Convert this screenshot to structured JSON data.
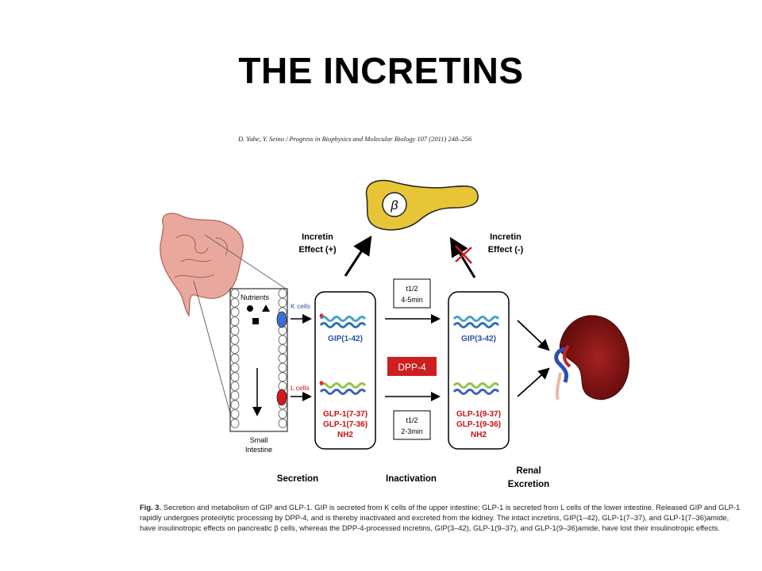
{
  "title": "THE INCRETINS",
  "citation": "D. Yabe, Y. Seino / Progress in Biophysics and Molecular Biology 107 (2011) 248–256",
  "figure": {
    "beta_symbol": "β",
    "nutrients": "Nutrients",
    "k_cells": "K cells",
    "l_cells": "L cells",
    "small_intestine_1": "Small",
    "small_intestine_2": "Intestine",
    "effect_pos_1": "Incretin",
    "effect_pos_2": "Effect (+)",
    "effect_neg_1": "Incretin",
    "effect_neg_2": "Effect (-)",
    "t_half_gip_1": "t1/2",
    "t_half_gip_2": "4-5min",
    "t_half_glp_1": "t1/2",
    "t_half_glp_2": "2-3min",
    "dpp4": "DPP-4",
    "gip_active": "GIP(1-42)",
    "glp_active_1": "GLP-1(7-37)",
    "glp_active_2": "GLP-1(7-36)",
    "glp_active_3": "NH2",
    "gip_inactive": "GIP(3-42)",
    "glp_inactive_1": "GLP-1(9-37)",
    "glp_inactive_2": "GLP-1(9-36)",
    "glp_inactive_3": "NH2",
    "label_secretion": "Secretion",
    "label_inactivation": "Inactivation",
    "label_renal_1": "Renal",
    "label_renal_2": "Excretion"
  },
  "caption": {
    "fig_label": "Fig. 3.",
    "text": "Secretion and metabolism of GIP and GLP-1. GIP is secreted from K cells of the upper intestine; GLP-1 is secreted from L cells of the lower intestine. Released GIP and GLP-1 rapidly undergoes proteolytic processing by DPP-4, and is thereby inactivated and excreted from the kidney. The intact incretins, GIP(1–42), GLP-1(7–37), and GLP-1(7–36)amide, have insulinotropic effects on pancreatic β cells, whereas the DPP-4-processed incretins, GIP(3–42), GLP-1(9–37), and GLP-1(9–36)amide, have lost their insulinotropic effects."
  },
  "colors": {
    "blue_text": "#2a52a8",
    "red_text": "#cc1111",
    "pancreas": "#e8c437",
    "dpp4_box": "#cc1f1f",
    "intestine": "#e9a89d",
    "kidney": "#8a1414"
  }
}
